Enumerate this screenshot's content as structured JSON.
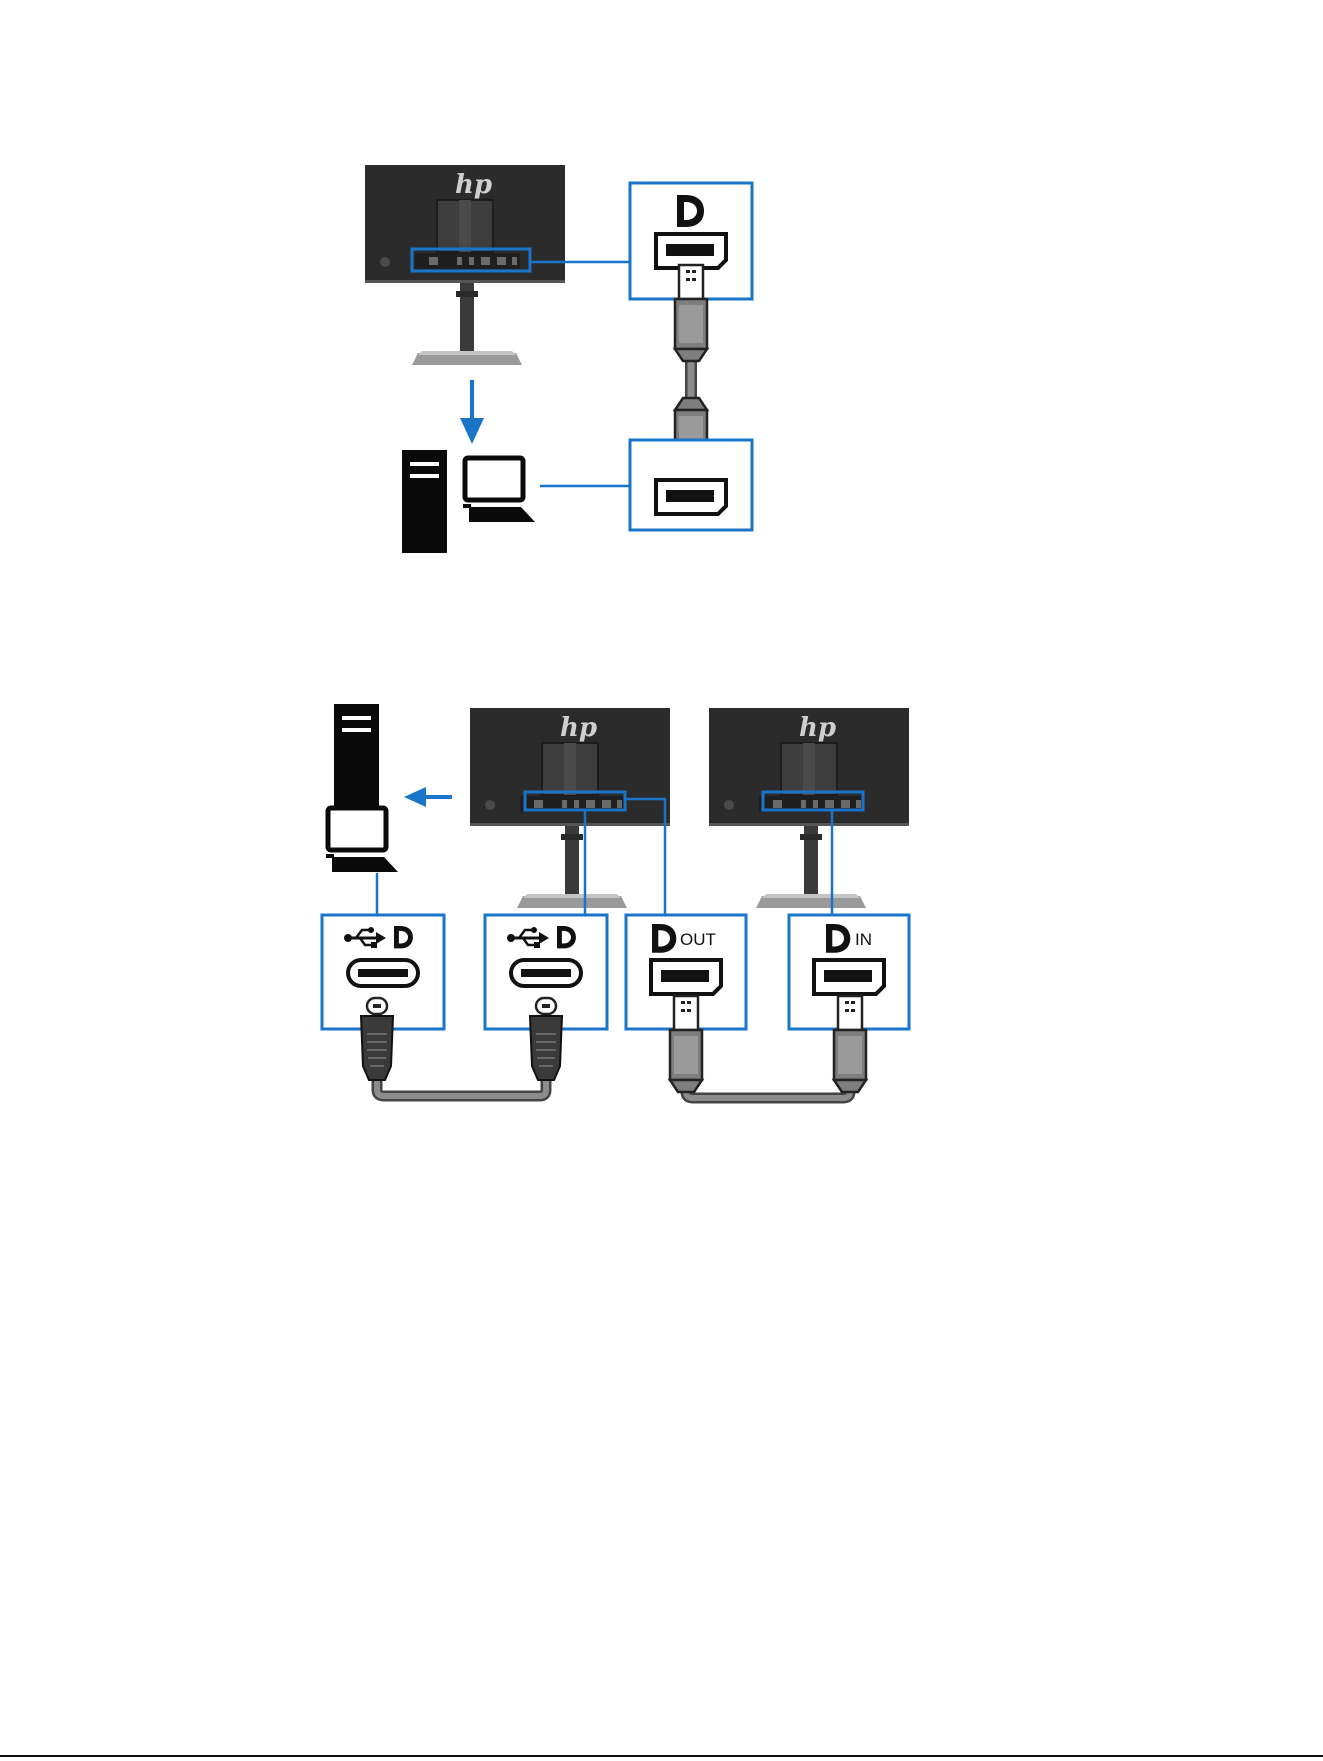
{
  "figure_1": {
    "monitor": {
      "logo": "hp"
    },
    "port_label": "",
    "devices": [
      "desktop-tower",
      "laptop"
    ]
  },
  "figure_2": {
    "monitor_a": {
      "logo": "hp"
    },
    "monitor_b": {
      "logo": "hp"
    },
    "ports": {
      "usb_c_a": "",
      "usb_c_b": "",
      "dp_out": "OUT",
      "dp_in": "IN"
    }
  },
  "colors": {
    "accent_blue": "#1a75c8",
    "monitor_dark": "#2b2b2b",
    "cable_gray": "#8c8c8c",
    "device_black": "#0a0a0a"
  }
}
